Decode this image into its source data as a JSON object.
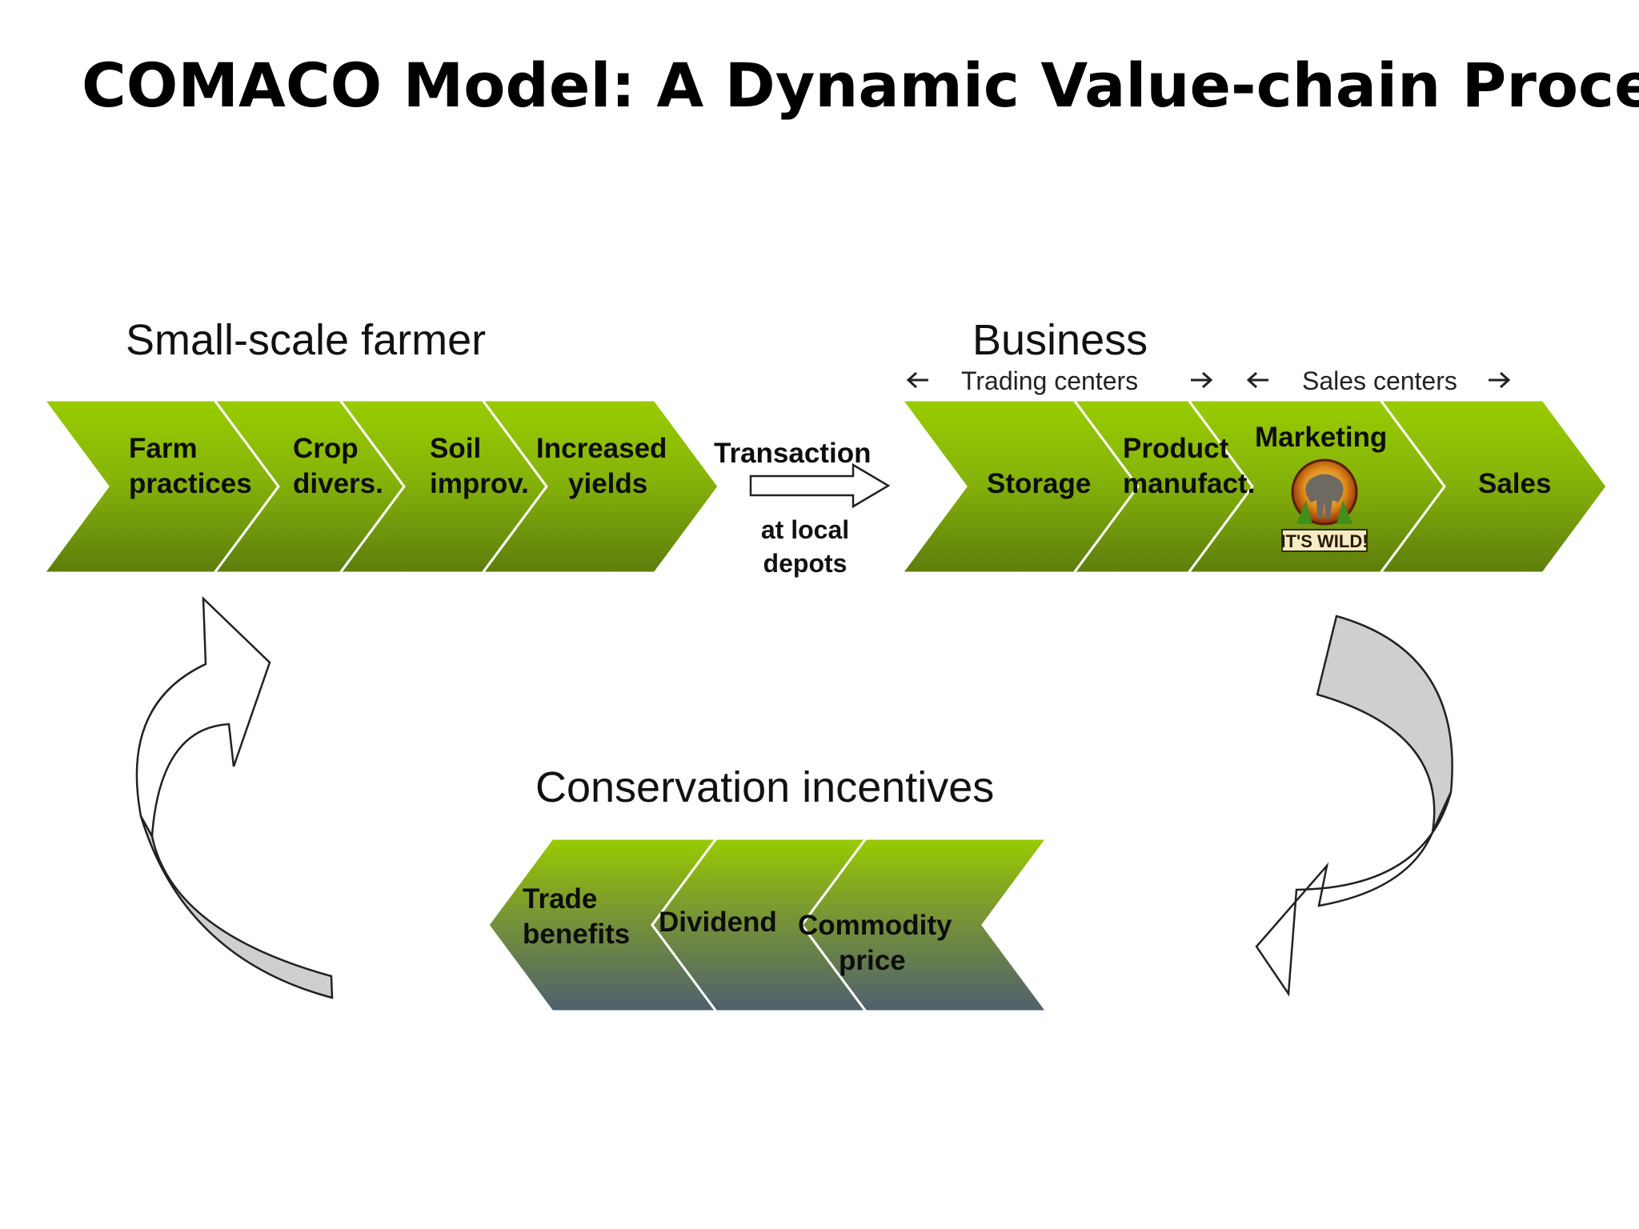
{
  "title": "COMACO Model: A Dynamic Value-chain Process",
  "farmer": {
    "heading": "Small-scale farmer",
    "steps": [
      [
        "Farm",
        "practices"
      ],
      [
        "Crop",
        "divers."
      ],
      [
        "Soil",
        "improv."
      ],
      [
        "Increased",
        "yields"
      ]
    ]
  },
  "transaction": {
    "label": "Transaction",
    "note_line1": "at local",
    "note_line2": "depots"
  },
  "business": {
    "heading": "Business",
    "trading_centers": "Trading centers",
    "sales_centers": "Sales centers",
    "steps": [
      [
        "Storage"
      ],
      [
        "Product",
        "manufact."
      ],
      [
        "Marketing"
      ],
      [
        "Sales"
      ]
    ],
    "logo_text": "IT'S WILD!"
  },
  "conservation": {
    "heading": "Conservation incentives",
    "steps": [
      [
        "Trade",
        "benefits"
      ],
      [
        "Dividend"
      ],
      [
        "Commodity",
        "price"
      ]
    ]
  },
  "colors": {
    "green_light": "#99cc00",
    "green_dark": "#5a7a0a",
    "slate": "#4f5f6e",
    "arrow_fill": "#cfcfcf"
  }
}
